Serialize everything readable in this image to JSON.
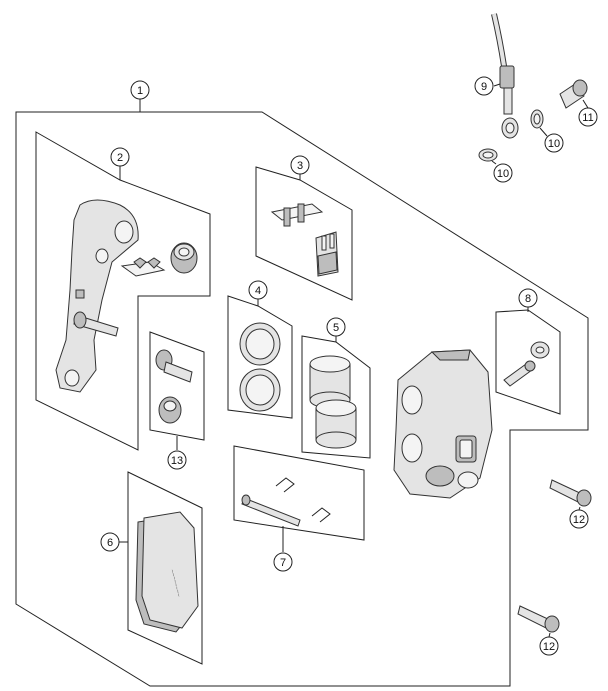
{
  "callouts": {
    "c1": "1",
    "c2": "2",
    "c3": "3",
    "c4": "4",
    "c5": "5",
    "c6": "6",
    "c7": "7",
    "c8": "8",
    "c9": "9",
    "c10a": "10",
    "c10b": "10",
    "c11": "11",
    "c12a": "12",
    "c12b": "12",
    "c13": "13"
  },
  "colors": {
    "line": "#222222",
    "part_fill": "#e4e4e4",
    "part_shadow": "#bdbdbd"
  }
}
